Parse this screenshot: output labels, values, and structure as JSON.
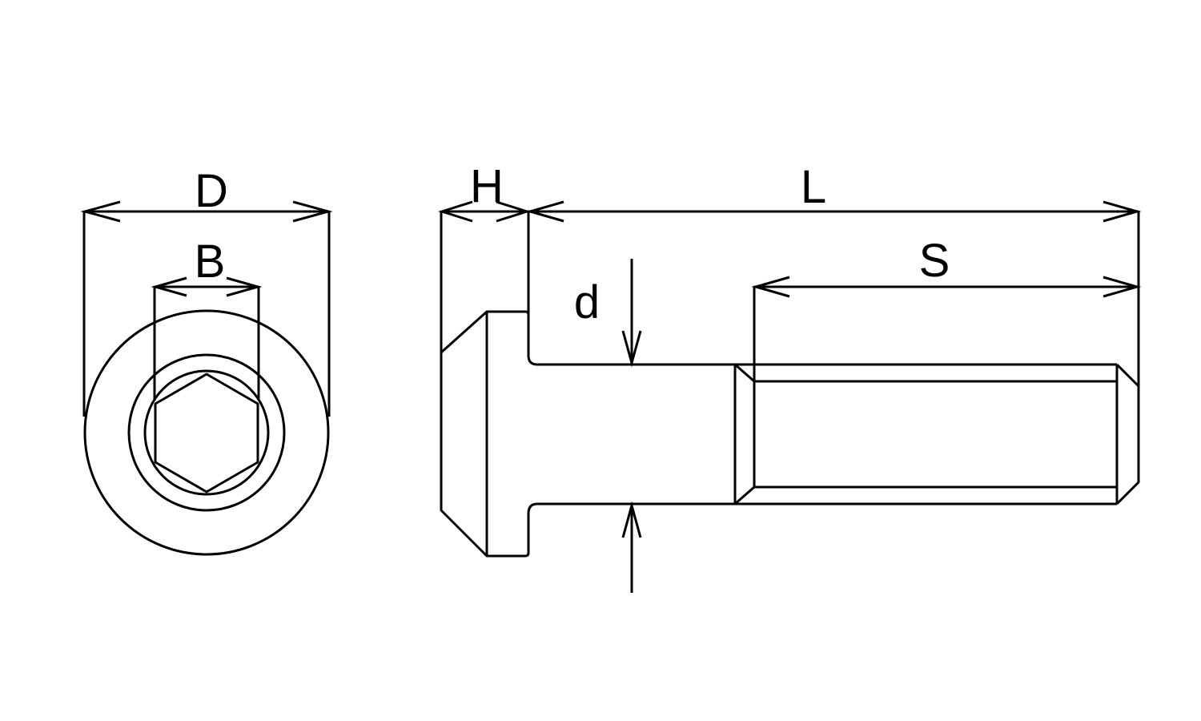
{
  "labels": {
    "D": "D",
    "B": "B",
    "H": "H",
    "L": "L",
    "S": "S",
    "d": "d"
  },
  "colors": {
    "line": "#000000",
    "background": "#ffffff"
  }
}
